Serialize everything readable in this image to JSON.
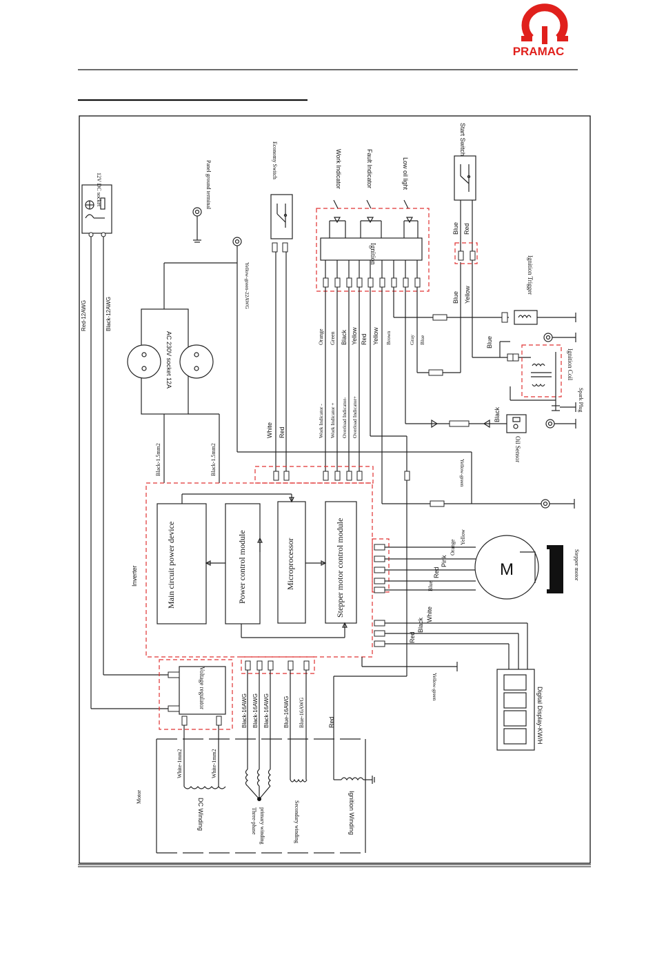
{
  "header": {
    "brand": "PRAMAC",
    "brand_color": "#e0201c"
  },
  "diagram": {
    "inverter_label": "Inverter",
    "motor_label": "Motor",
    "modules": {
      "main_circuit": "Main circuit power device",
      "power_control": "Power control module",
      "microprocessor": "Microprocessor",
      "stepper_control": "Stepper motor control module"
    },
    "ignition_box": "Ignition",
    "components": {
      "dc_socket": "12V DC socket",
      "panel_ground": "Panel ground terminal",
      "economy_switch": "Economy Switch",
      "work_indicator": "Work Indicator",
      "fault_indicator": "Fault Indicator",
      "low_oil_light": "Low oil light",
      "start_switch": "Start Switch",
      "ignition_trigger": "Ignition Trigger",
      "ignition_coil": "Ignition Coil",
      "spark_plug": "Spark Plug",
      "oil_sensor": "Oil Sensor",
      "stepper_motor": "Stepper motor",
      "ac_socket": "AC 230V socket 12A",
      "voltage_regulator": "Voltage regulator",
      "digital_display": "Digital Display-KW/H",
      "dc_winding": "DC Winding",
      "three_phase": "Three-phase",
      "primary_winding": "primary winding",
      "secondary_winding": "Secondary winding",
      "ignition_winding": "Ignition Winding",
      "motor_letter": "M"
    },
    "wires": {
      "red_12awg": "Red-12AWG",
      "black_12awg": "Black-12AWG",
      "yellow_green_22awg": "Yellow-green-22AWG",
      "black_1_5mm2_a": "Black-1.5mm2",
      "black_1_5mm2_b": "Black-1.5mm2",
      "white": "White",
      "red": "Red",
      "ind_colors": [
        "Orange",
        "Green",
        "Black",
        "Yellow",
        "Red",
        "Yellow",
        "Brown",
        "Gray",
        "Blue"
      ],
      "ind_signals": [
        "Work Indicator -",
        "Work Indicator +",
        "Overload Indicator-",
        "Overload Indicator+"
      ],
      "start_blue": "Blue",
      "start_red": "Red",
      "trig_blue": "Blue",
      "trig_yellow": "Yellow",
      "coil_blue": "Blue",
      "oil_black": "Black",
      "yellow_green": "Yellow-green",
      "stepper_colors": [
        "Yellow",
        "Orange",
        "Pink",
        "Red",
        "Blue"
      ],
      "display_colors": [
        "White",
        "Black",
        "Red"
      ],
      "yellow_green_2": "Yellow-green",
      "reg_white_a": "White-1mm2",
      "reg_white_b": "White-1mm2",
      "bottom_wires": [
        "Black-16AWG",
        "Black-16AWG",
        "Black-16AWG",
        "Blue-16AWG",
        "Blue-16AWG"
      ],
      "ign_red": "Red"
    }
  }
}
